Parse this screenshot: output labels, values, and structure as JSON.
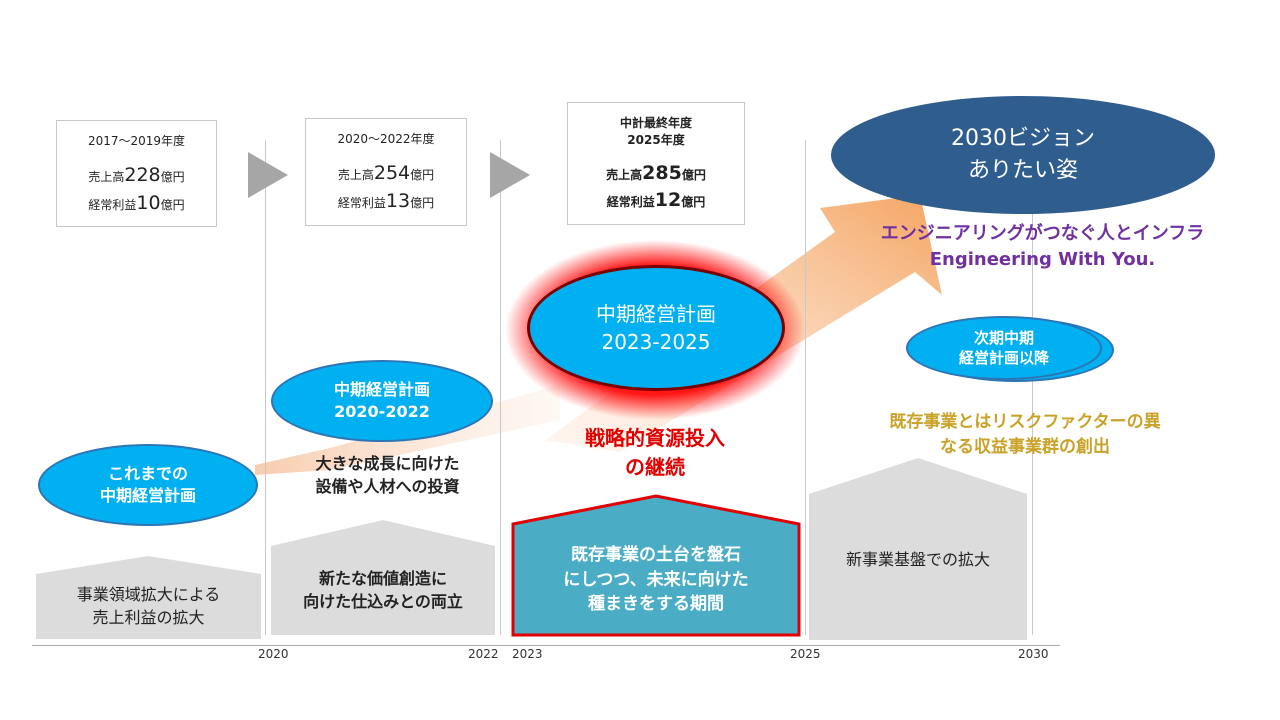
{
  "years": [
    "2020",
    "2022",
    "2023",
    "2025",
    "2030"
  ],
  "periods": [
    {
      "title": "2017～2019年度",
      "sales_prefix": "売上高",
      "sales_value": "228",
      "sales_unit": "億円",
      "profit_prefix": "経常利益",
      "profit_value": "10",
      "profit_unit": "億円"
    },
    {
      "title": "2020～2022年度",
      "sales_prefix": "売上高",
      "sales_value": "254",
      "sales_unit": "億円",
      "profit_prefix": "経常利益",
      "profit_value": "13",
      "profit_unit": "億円"
    },
    {
      "title_line1": "中計最終年度",
      "title_line2": "2025年度",
      "sales_prefix": "売上高",
      "sales_value": "285",
      "sales_unit": "億円",
      "profit_prefix": "経常利益",
      "profit_value": "12",
      "profit_unit": "億円"
    }
  ],
  "ellipses": {
    "past_plans": {
      "line1": "これまでの",
      "line2": "中期経営計画"
    },
    "plan_2020": {
      "line1": "中期経営計画",
      "line2": "2020-2022"
    },
    "plan_2023": {
      "line1": "中期経営計画",
      "line2": "2023-2025"
    },
    "next_plan": {
      "line1": "次期中期",
      "line2": "経営計画以降"
    },
    "vision": {
      "line1": "2030ビジョン",
      "line2": "ありたい姿"
    }
  },
  "captions": {
    "investment_line1": "大きな成長に向けた",
    "investment_line2": "設備や人材への投資",
    "strategic_line1": "戦略的資源投入",
    "strategic_line2": "の継続",
    "vision_slogan_jp": "エンジニアリングがつなぐ人とインフラ",
    "vision_slogan_en": "Engineering With You.",
    "next_line1": "既存事業とはリスクファクターの異",
    "next_line2": "なる収益事業群の創出"
  },
  "foundations": [
    {
      "line1": "事業領域拡大による",
      "line2": "売上利益の拡大"
    },
    {
      "line1": "新たな価値創造に",
      "line2": "向けた仕込みとの両立"
    },
    {
      "line1": "既存事業の土台を盤石",
      "line2": "にしつつ、未来に向けた",
      "line3": "種まきをする期間"
    },
    {
      "line1": "新事業基盤での拡大"
    }
  ],
  "colors": {
    "ellipse_fill": "#00b0f0",
    "ellipse_border": "#2e75b6",
    "vision_fill": "#2f5d8e",
    "highlight_red": "#e00000",
    "slogan_purple": "#7030a0",
    "next_gold": "#c9a227",
    "arrow_orange": "#f4a460",
    "house_grey": "#dcdcdc",
    "current_house": "#4bacc6"
  }
}
